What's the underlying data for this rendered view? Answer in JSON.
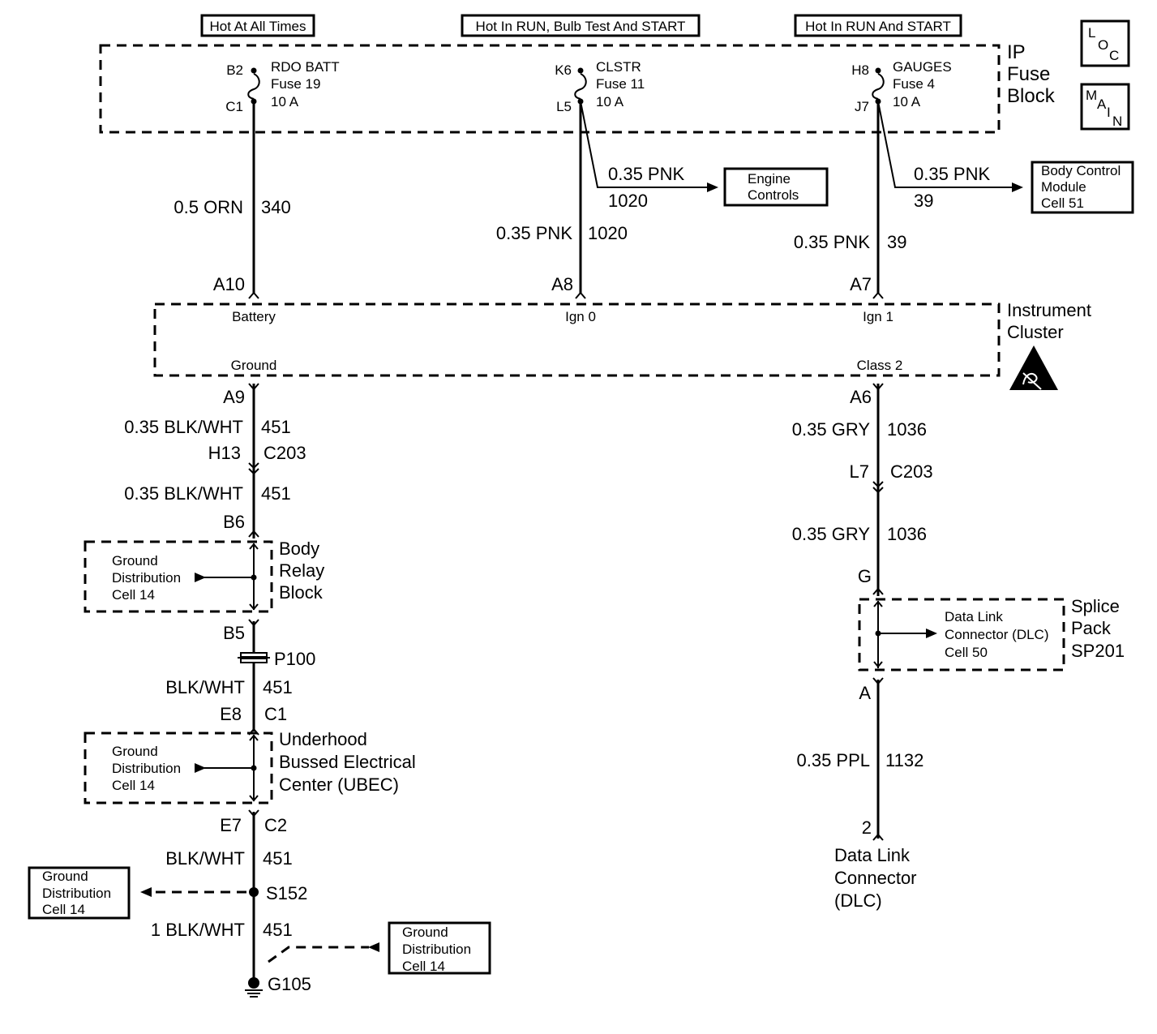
{
  "header_labels": {
    "hot_all_times": "Hot At All Times",
    "hot_run_bulb_start": "Hot In RUN, Bulb Test And START",
    "hot_run_start": "Hot In RUN And START"
  },
  "icons": {
    "loc": [
      "L",
      "O",
      "C"
    ],
    "main": [
      "M",
      "A",
      "I",
      "N"
    ],
    "esd": "esd-warning-icon"
  },
  "fuse_block": {
    "title": [
      "IP",
      "Fuse",
      "Block"
    ],
    "fuses": [
      {
        "pin_in": "B2",
        "pin_out": "C1",
        "name": "RDO BATT",
        "fuse": "Fuse 19",
        "rating": "10 A"
      },
      {
        "pin_in": "K6",
        "pin_out": "L5",
        "name": "CLSTR",
        "fuse": "Fuse 11",
        "rating": "10 A"
      },
      {
        "pin_in": "H8",
        "pin_out": "J7",
        "name": "GAUGES",
        "fuse": "Fuse 4",
        "rating": "10 A"
      }
    ]
  },
  "branches": {
    "engine": {
      "wire": "0.35 PNK",
      "circuit": "1020",
      "target": [
        "Engine",
        "Controls"
      ]
    },
    "bcm": {
      "wire": "0.35 PNK",
      "circuit": "39",
      "target": [
        "Body Control",
        "Module",
        "Cell 51"
      ]
    }
  },
  "wires": {
    "orn": {
      "wire": "0.5 ORN",
      "circuit": "340"
    },
    "pnk1020": {
      "wire": "0.35 PNK",
      "circuit": "1020"
    },
    "pnk39": {
      "wire": "0.35 PNK",
      "circuit": "39"
    },
    "blkwht1": {
      "wire": "0.35 BLK/WHT",
      "circuit": "451"
    },
    "blkwht2": {
      "wire": "0.35 BLK/WHT",
      "circuit": "451"
    },
    "blkwht3": {
      "wire": "BLK/WHT",
      "circuit": "451"
    },
    "blkwht4": {
      "wire": "BLK/WHT",
      "circuit": "451"
    },
    "blkwht5": {
      "wire": "1 BLK/WHT",
      "circuit": "451"
    },
    "gry1": {
      "wire": "0.35 GRY",
      "circuit": "1036"
    },
    "gry2": {
      "wire": "0.35 GRY",
      "circuit": "1036"
    },
    "ppl": {
      "wire": "0.35 PPL",
      "circuit": "1132"
    }
  },
  "cluster": {
    "title": [
      "Instrument",
      "Cluster"
    ],
    "pins": {
      "battery": {
        "pin": "A10",
        "label": "Battery"
      },
      "ign0": {
        "pin": "A8",
        "label": "Ign 0"
      },
      "ign1": {
        "pin": "A7",
        "label": "Ign 1"
      },
      "ground": {
        "pin": "A9",
        "label": "Ground"
      },
      "class2": {
        "pin": "A6",
        "label": "Class 2"
      }
    }
  },
  "connectors": {
    "c203_left": {
      "pin": "H13",
      "name": "C203"
    },
    "c203_right": {
      "pin": "L7",
      "name": "C203"
    },
    "b6": "B6",
    "b5": "B5",
    "p100": "P100",
    "e8": "E8",
    "c1": "C1",
    "e7": "E7",
    "c2": "C2",
    "splice_g": "G",
    "splice_a": "A",
    "dlc_pin": "2"
  },
  "body_relay_block": {
    "title": [
      "Body",
      "Relay",
      "Block"
    ],
    "ref": [
      "Ground",
      "Distribution",
      "Cell 14"
    ]
  },
  "ubec": {
    "title": [
      "Underhood",
      "Bussed Electrical",
      "Center (UBEC)"
    ],
    "ref": [
      "Ground",
      "Distribution",
      "Cell 14"
    ]
  },
  "splice_pack": {
    "title": [
      "Splice",
      "Pack",
      "SP201"
    ],
    "ref": [
      "Data Link",
      "Connector (DLC)",
      "Cell 50"
    ]
  },
  "s152": {
    "name": "S152",
    "ref": [
      "Ground",
      "Distribution",
      "Cell 14"
    ]
  },
  "g105": {
    "name": "G105",
    "ref": [
      "Ground",
      "Distribution",
      "Cell 14"
    ]
  },
  "dlc": {
    "title": [
      "Data Link",
      "Connector",
      "(DLC)"
    ]
  }
}
